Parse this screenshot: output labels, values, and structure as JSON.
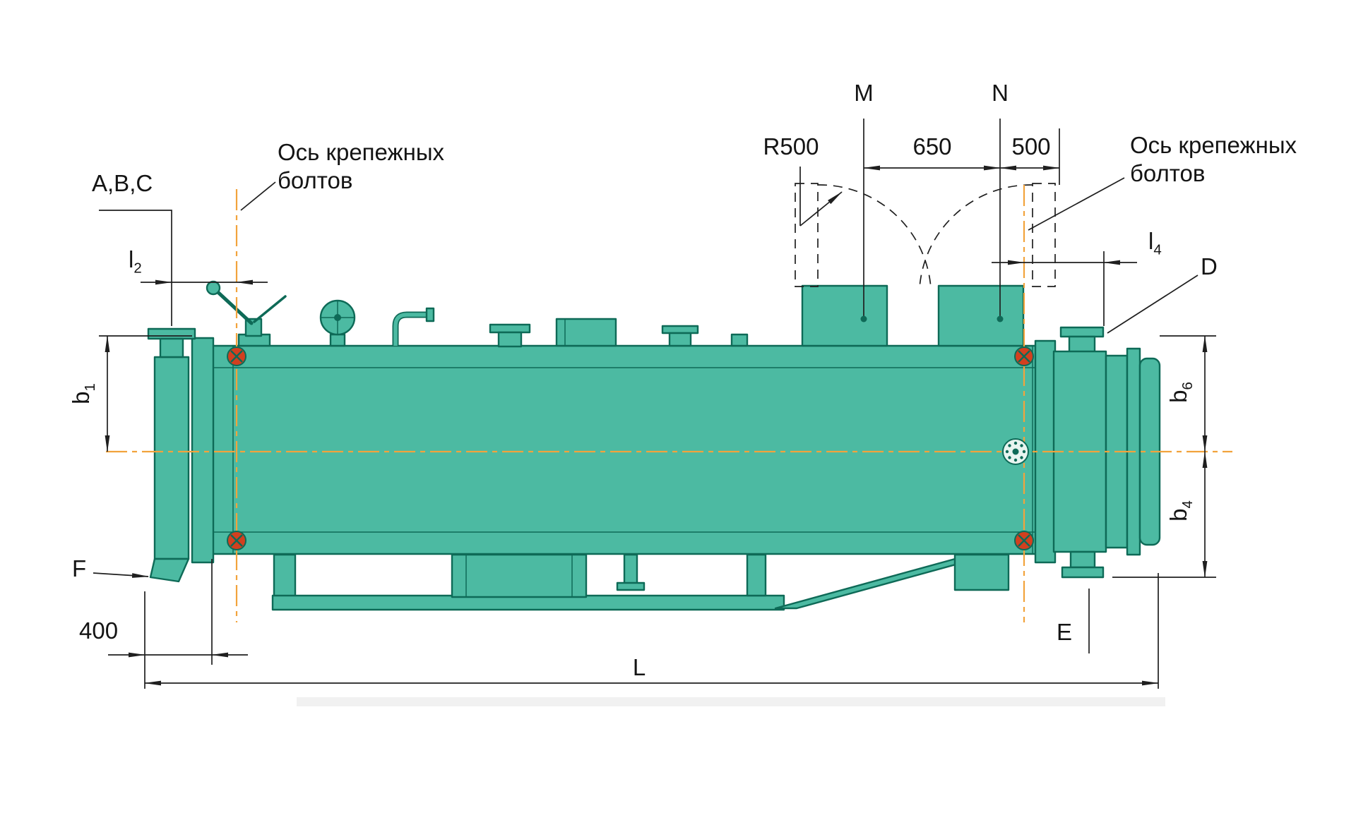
{
  "drawing": {
    "labels": {
      "abc": "A,B,C",
      "axis_bolts_left": {
        "line1": "Ось крепежных",
        "line2": "болтов"
      },
      "axis_bolts_right": {
        "line1": "Ось крепежных",
        "line2": "болтов"
      },
      "m": "M",
      "n": "N",
      "radius": "R500",
      "dim_650": "650",
      "dim_500": "500",
      "l2": {
        "base": "l",
        "sub": "2"
      },
      "l4": {
        "base": "l",
        "sub": "4"
      },
      "d": "D",
      "b1": {
        "base": "b",
        "sub": "1"
      },
      "b6": {
        "base": "b",
        "sub": "6"
      },
      "b4": {
        "base": "b",
        "sub": "4"
      },
      "f": "F",
      "dim_400": "400",
      "e": "E",
      "length": "L"
    },
    "colors": {
      "body_fill": "#4cbaa2",
      "body_outline": "#0e6a57",
      "axis_orange": "#f2a33c",
      "bolt_red": "#d2401f",
      "dimension": "#1f1f1f",
      "background": "#ffffff"
    }
  }
}
